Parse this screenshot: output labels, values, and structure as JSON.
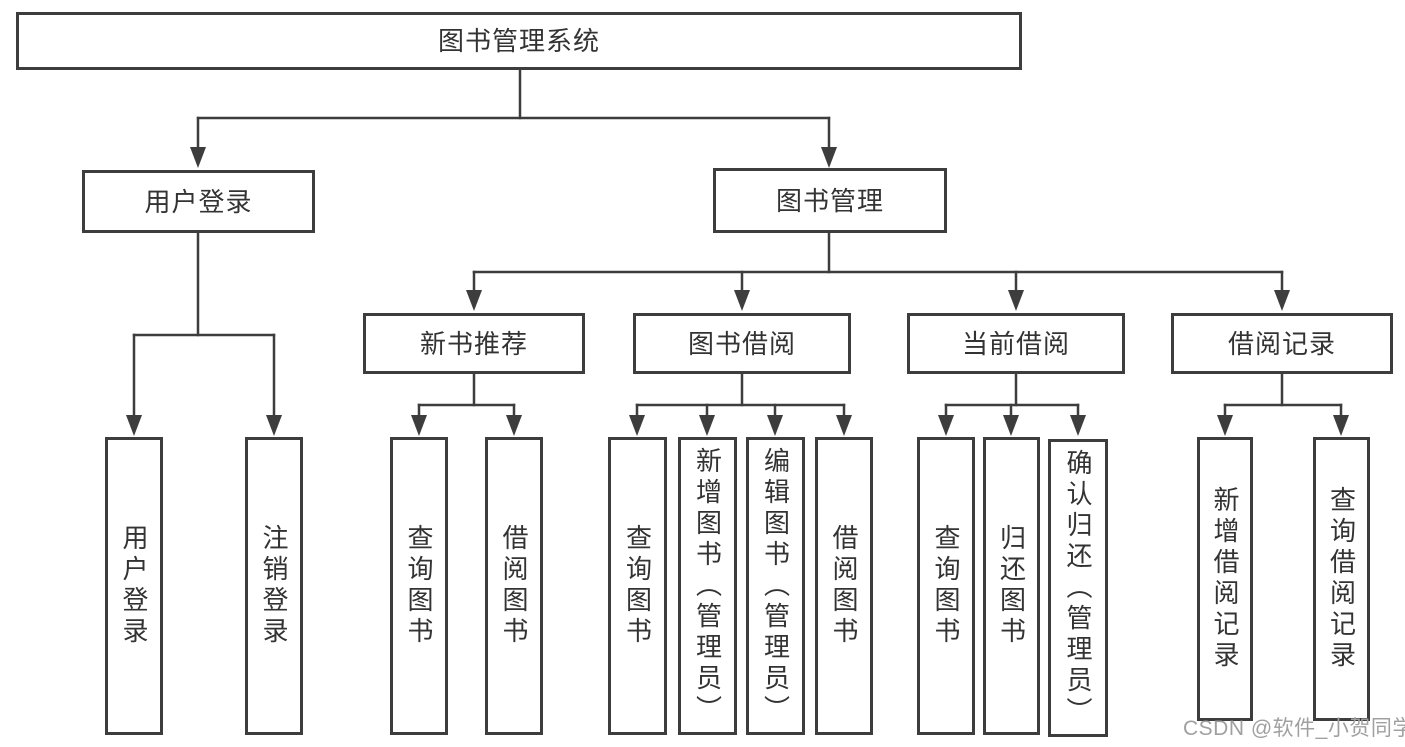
{
  "tree": {
    "label": "图书管理系统",
    "children": [
      {
        "label": "用户登录",
        "children": [
          {
            "label": "用户登录"
          },
          {
            "label": "注销登录"
          }
        ]
      },
      {
        "label": "图书管理",
        "children": [
          {
            "label": "新书推荐",
            "children": [
              {
                "label": "查询图书"
              },
              {
                "label": "借阅图书"
              }
            ]
          },
          {
            "label": "图书借阅",
            "children": [
              {
                "label": "查询图书"
              },
              {
                "label": "新增图书（管理员）"
              },
              {
                "label": "编辑图书（管理员）"
              },
              {
                "label": "借阅图书"
              }
            ]
          },
          {
            "label": "当前借阅",
            "children": [
              {
                "label": "查询图书"
              },
              {
                "label": "归还图书"
              },
              {
                "label": "确认归还（管理员）"
              }
            ]
          },
          {
            "label": "借阅记录",
            "children": [
              {
                "label": "新增借阅记录"
              },
              {
                "label": "查询借阅记录"
              }
            ]
          }
        ]
      }
    ]
  },
  "watermark": {
    "text": "CSDN @软件_小贺同学"
  },
  "colors": {
    "line": "#3d3d3d",
    "box_border": "#3d3d3d",
    "text": "#333333",
    "watermark_text": "#a0a0a0",
    "background": "#ffffff"
  }
}
